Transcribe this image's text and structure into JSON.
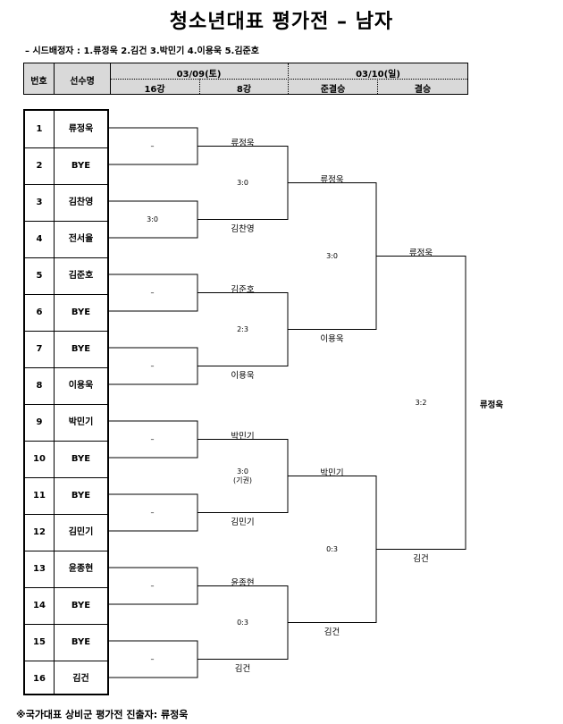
{
  "title": "청소년대표 평가전 – 남자",
  "seed_line": "– 시드배정자 : 1.류정욱 2.김건 3.박민기 4.이용욱 5.김준호",
  "header": {
    "no": "번호",
    "player": "선수명",
    "day1": "03/09(토)",
    "day2": "03/10(일)",
    "r16": "16강",
    "qf": "8강",
    "sf": "준결승",
    "final": "결승"
  },
  "players": [
    {
      "no": "1",
      "name": "류정욱"
    },
    {
      "no": "2",
      "name": "BYE"
    },
    {
      "no": "3",
      "name": "김찬영"
    },
    {
      "no": "4",
      "name": "전서율"
    },
    {
      "no": "5",
      "name": "김준호"
    },
    {
      "no": "6",
      "name": "BYE"
    },
    {
      "no": "7",
      "name": "BYE"
    },
    {
      "no": "8",
      "name": "이용욱"
    },
    {
      "no": "9",
      "name": "박민기"
    },
    {
      "no": "10",
      "name": "BYE"
    },
    {
      "no": "11",
      "name": "BYE"
    },
    {
      "no": "12",
      "name": "김민기"
    },
    {
      "no": "13",
      "name": "윤종현"
    },
    {
      "no": "14",
      "name": "BYE"
    },
    {
      "no": "15",
      "name": "BYE"
    },
    {
      "no": "16",
      "name": "김건"
    }
  ],
  "r16_scores": [
    "–",
    "3:0",
    "–",
    "–",
    "–",
    "–",
    "–",
    "–"
  ],
  "qf_names": [
    "류정욱",
    "김찬영",
    "김준호",
    "이용욱",
    "박민기",
    "김민기",
    "윤종현",
    "김건"
  ],
  "qf_scores": [
    "3:0",
    "2:3",
    "3:0\n(기권)",
    "0:3"
  ],
  "sf_names": [
    "류정욱",
    "이용욱",
    "박민기",
    "김건"
  ],
  "sf_scores": [
    "3:0",
    "0:3"
  ],
  "final_names": [
    "류정욱",
    "김건"
  ],
  "final_score": "3:2",
  "champion": "류정욱",
  "footer": "※국가대표 상비군 평가전 진출자: 류정욱"
}
